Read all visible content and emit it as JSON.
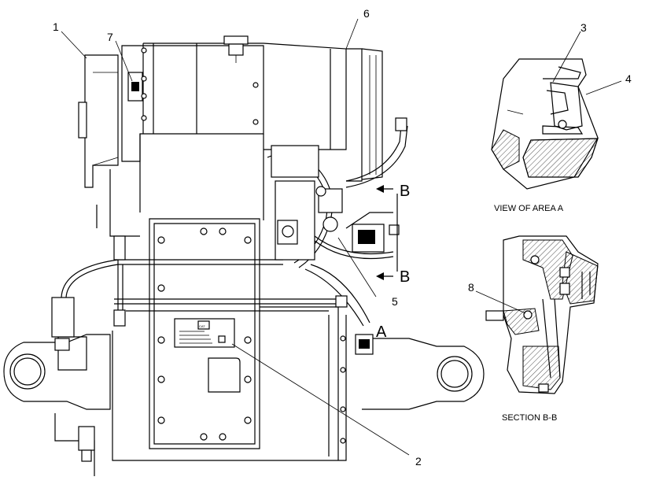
{
  "callouts": {
    "c1": "1",
    "c2": "2",
    "c3": "3",
    "c4": "4",
    "c5": "5",
    "c6": "6",
    "c7": "7",
    "c8": "8"
  },
  "section_marks": {
    "b_top": "B",
    "b_bottom": "B",
    "a": "A"
  },
  "captions": {
    "view_area_a": "VIEW OF AREA  A",
    "section_bb": "SECTION B-B"
  },
  "nameplate": {
    "logo": "CAT"
  }
}
